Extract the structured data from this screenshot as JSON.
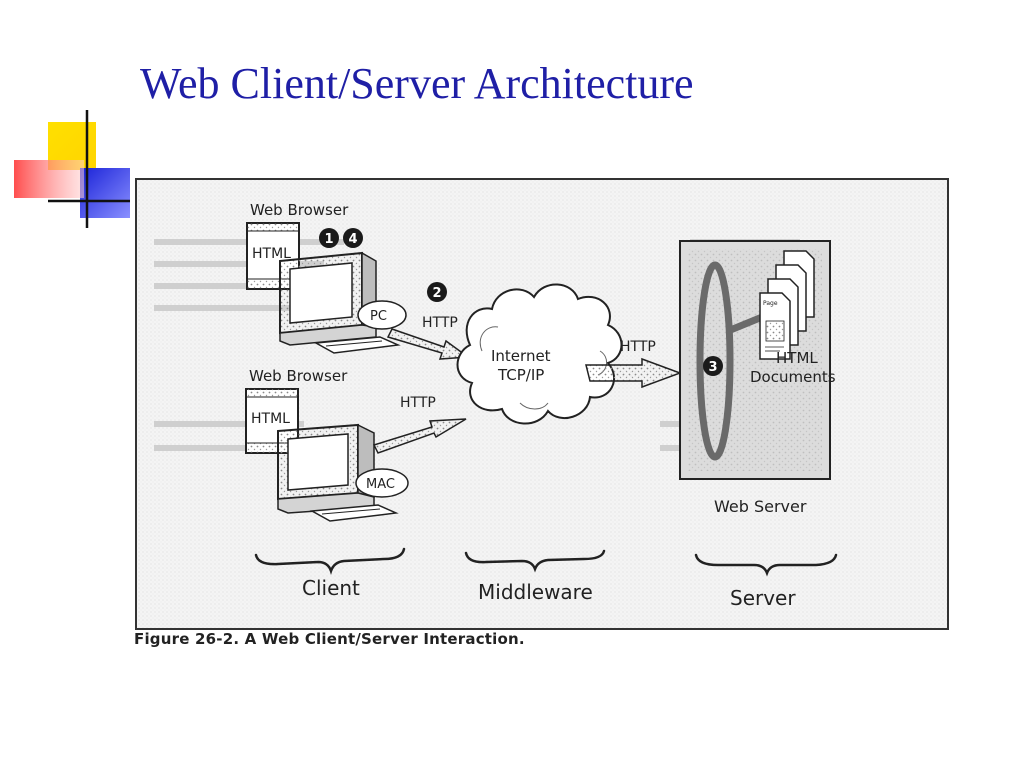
{
  "slide": {
    "title": "Web Client/Server Architecture"
  },
  "figure": {
    "caption": "Figure 26-2.  A Web Client/Server Interaction.",
    "clients": [
      {
        "window_label": "Web Browser",
        "page_label": "HTML",
        "machine_label": "PC"
      },
      {
        "window_label": "Web Browser",
        "page_label": "HTML",
        "machine_label": "MAC"
      }
    ],
    "step_markers": [
      "1",
      "4",
      "2",
      "3"
    ],
    "protocols": {
      "pc_to_internet": "HTTP",
      "mac_to_internet": "HTTP",
      "internet_to_server": "HTTP"
    },
    "cloud": {
      "line1": "Internet",
      "line2": "TCP/IP"
    },
    "server": {
      "label": "Web Server",
      "docs_line1": "HTML",
      "docs_line2": "Documents",
      "page_icon_label": "Page"
    },
    "tiers": [
      "Client",
      "Middleware",
      "Server"
    ]
  }
}
